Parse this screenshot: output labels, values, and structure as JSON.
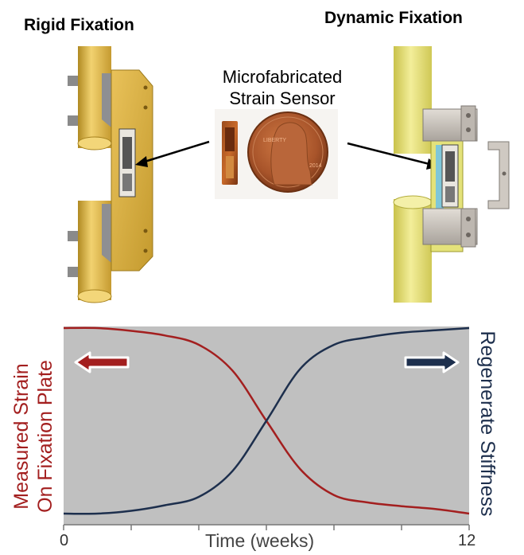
{
  "titles": {
    "rigid": "Rigid  Fixation",
    "dynamic": "Dynamic Fixation"
  },
  "sensor_label": [
    "Microfabricated",
    "Strain Sensor"
  ],
  "coin": {
    "top_text": "LIBERTY",
    "year": "2014"
  },
  "colors": {
    "strain": "#a31f1f",
    "stiffness": "#1d2f4d",
    "plot_bg": "#c0c0c0",
    "implant_gold": "#d9b64a",
    "rod_yellow": "#e6e07a"
  },
  "chart_data": {
    "type": "line",
    "xlabel": "Time (weeks)",
    "ylabel_left": [
      "Measured Strain",
      "On Fixation Plate"
    ],
    "ylabel_right": "Regenerate Stiffness",
    "xlim": [
      0,
      12
    ],
    "ylim": [
      0,
      1
    ],
    "x_tick_labels": [
      "0",
      "12"
    ],
    "x_ticks": [
      0,
      2,
      4,
      6,
      8,
      10,
      12
    ],
    "series": [
      {
        "id": "strain",
        "color": "#a31f1f",
        "points": [
          [
            0,
            1.0
          ],
          [
            1,
            1.0
          ],
          [
            2,
            0.985
          ],
          [
            3,
            0.96
          ],
          [
            4,
            0.91
          ],
          [
            5,
            0.77
          ],
          [
            6,
            0.5
          ],
          [
            7,
            0.24
          ],
          [
            8,
            0.1
          ],
          [
            9,
            0.06
          ],
          [
            10,
            0.04
          ],
          [
            11,
            0.025
          ],
          [
            12,
            0.0
          ]
        ]
      },
      {
        "id": "stiffness",
        "color": "#1d2f4d",
        "points": [
          [
            0,
            0.0
          ],
          [
            1,
            0.0
          ],
          [
            2,
            0.015
          ],
          [
            3,
            0.045
          ],
          [
            4,
            0.09
          ],
          [
            5,
            0.23
          ],
          [
            6,
            0.5
          ],
          [
            7,
            0.78
          ],
          [
            8,
            0.91
          ],
          [
            9,
            0.95
          ],
          [
            10,
            0.975
          ],
          [
            11,
            0.988
          ],
          [
            12,
            1.0
          ]
        ]
      }
    ],
    "arrows": [
      {
        "direction": "left",
        "color": "#a31f1f"
      },
      {
        "direction": "right",
        "color": "#1d2f4d"
      }
    ]
  }
}
